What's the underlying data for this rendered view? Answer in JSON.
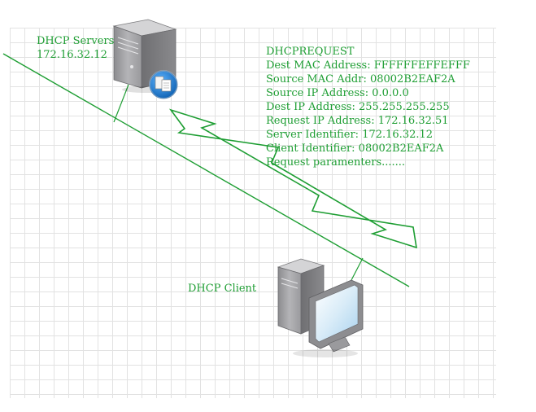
{
  "colors": {
    "accent": "#1e9e33",
    "grid": "#e2e2e2",
    "server_body": "#a9a9ab",
    "badge": "#1a73c9"
  },
  "server": {
    "title": "DHCP Servers",
    "ip": "172.16.32.12",
    "icon": "server-icon"
  },
  "client": {
    "title": "DHCP Client",
    "icon": "desktop-computer-icon"
  },
  "message": {
    "title": "DHCPREQUEST",
    "fields": [
      "Dest MAC Address: FFFFFFEFFEFFF",
      "Source MAC Addr: 08002B2EAF2A",
      "Source IP Address: 0.0.0.0",
      "Dest IP Address: 255.255.255.255",
      "Request IP Address: 172.16.32.51",
      "Server Identifier: 172.16.32.12",
      "Client Identifier: 08002B2EAF2A",
      "Request paramenters......."
    ]
  }
}
